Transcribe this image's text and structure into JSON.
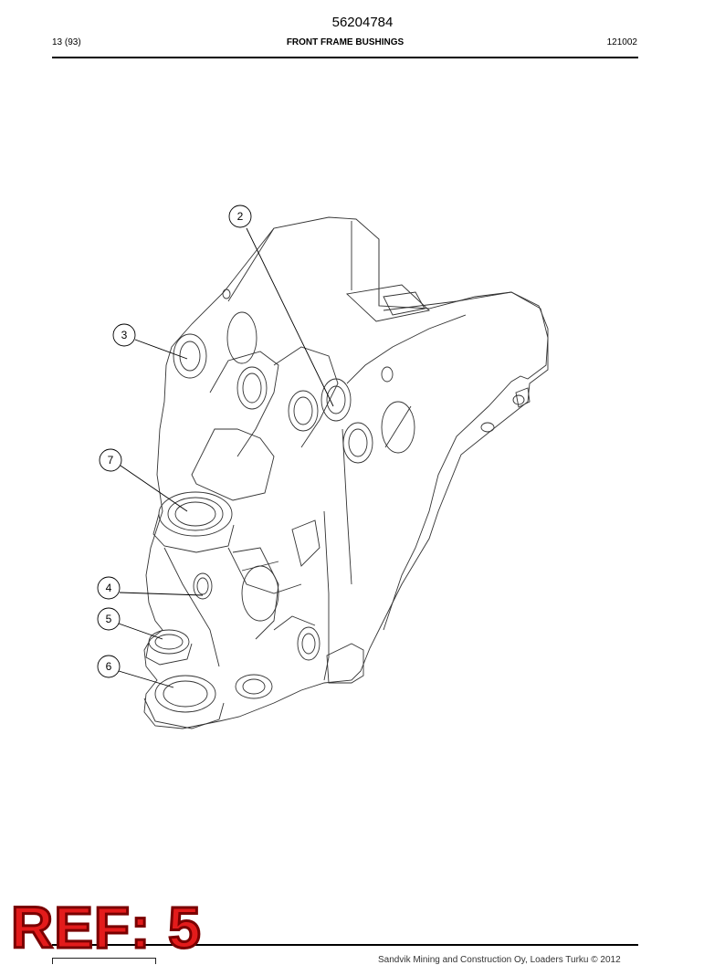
{
  "header": {
    "doc_number": "56204784",
    "page": "13 (93)",
    "title": "FRONT FRAME BUSHINGS",
    "code": "121002"
  },
  "callouts": [
    {
      "label": "2"
    },
    {
      "label": "3"
    },
    {
      "label": "7"
    },
    {
      "label": "4"
    },
    {
      "label": "5"
    },
    {
      "label": "6"
    }
  ],
  "stamp": {
    "text": "REF: 5",
    "color": "#e31b1b"
  },
  "footer": {
    "text": "Sandvik Mining and Construction Oy, Loaders Turku © 2012"
  }
}
